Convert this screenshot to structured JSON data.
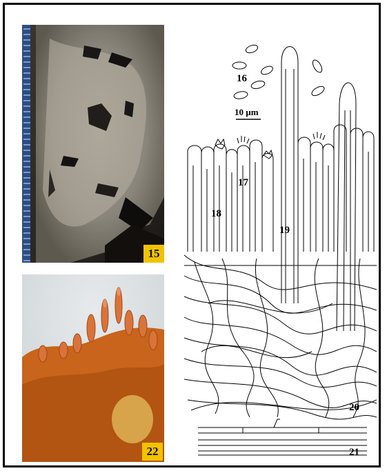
{
  "figure": {
    "panel_15_label": "15",
    "panel_22_label": "22",
    "drawing_labels": {
      "spores": "16",
      "basidium": "17",
      "basidiole": "18",
      "cystidium": "19",
      "subiculum": "20",
      "hyphae": "21"
    },
    "scale_bar": "10 µm",
    "badge_color": "#f2c200"
  }
}
